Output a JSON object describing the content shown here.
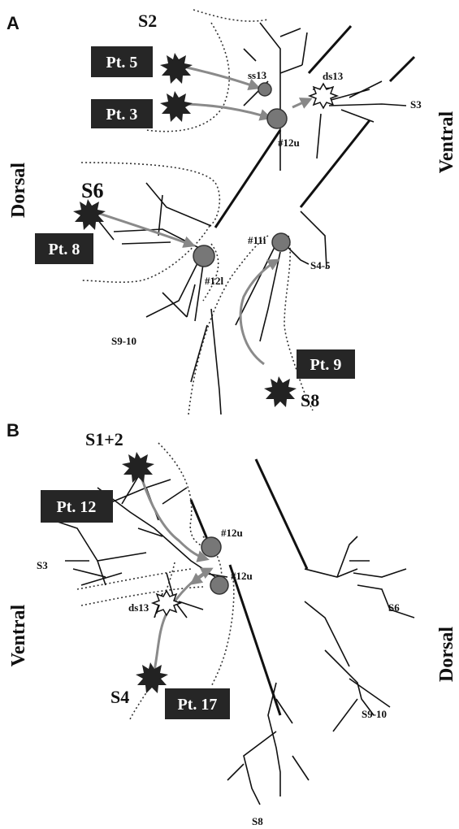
{
  "panels": {
    "a": {
      "letter": "A",
      "left_side": "Dorsal",
      "right_side": "Ventral",
      "patients": {
        "p5": "Pt. 5",
        "p3": "Pt. 3",
        "p8": "Pt. 8",
        "p9": "Pt. 9"
      },
      "segments": {
        "s2": "S2",
        "s6": "S6",
        "s8": "S8",
        "s3": "S3",
        "s45": "S4-5",
        "s910": "S9-10"
      },
      "sites": {
        "ss13": "ss13",
        "ds13": "ds13",
        "n12u": "#12u",
        "n11i": "#11i",
        "n12l": "#12l"
      }
    },
    "b": {
      "letter": "B",
      "left_side": "Ventral",
      "right_side": "Dorsal",
      "patients": {
        "p12": "Pt. 12",
        "p17": "Pt. 17"
      },
      "segments": {
        "s12": "S1+2",
        "s4": "S4",
        "s3": "S3",
        "s6": "S6",
        "s910": "S9-10",
        "s8": "S8"
      },
      "sites": {
        "n12u_a": "#12u",
        "n12u_b": "#12u",
        "ds13": "ds13"
      }
    }
  }
}
